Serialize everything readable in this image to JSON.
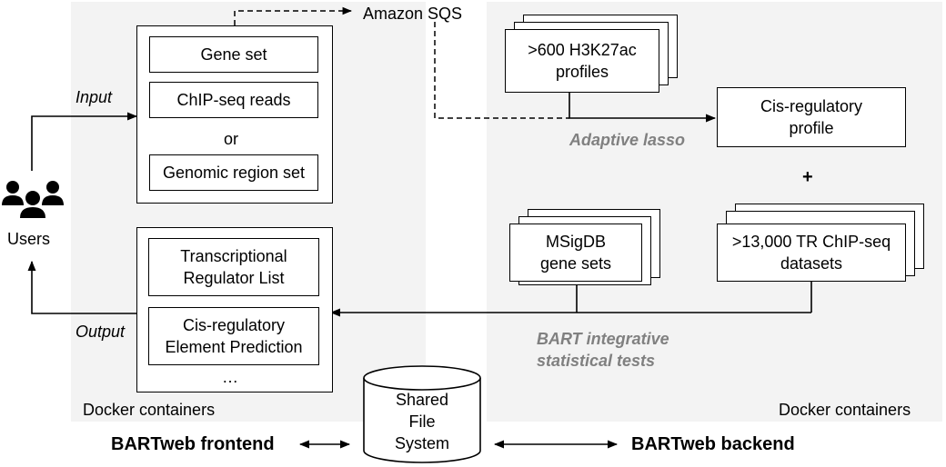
{
  "users": {
    "label": "Users"
  },
  "input": {
    "label": "Input",
    "items": [
      "Gene set",
      "ChIP-seq reads",
      "or",
      "Genomic region set"
    ]
  },
  "output": {
    "label": "Output",
    "items": [
      "Transcriptional Regulator List",
      "Cis-regulatory Element Prediction",
      "…"
    ]
  },
  "queue": {
    "label": "Amazon SQS"
  },
  "backend_nodes": {
    "h3k27ac": ">600 H3K27ac profiles",
    "cis_profile": "Cis-regulatory profile",
    "plus": "+",
    "msigdb": "MSigDB gene sets",
    "tr_chipseq": ">13,000 TR ChIP-seq datasets"
  },
  "methods": {
    "adaptive_lasso": "Adaptive lasso",
    "bart_tests_line1": "BART integrative",
    "bart_tests_line2": "statistical tests"
  },
  "containers": {
    "frontend": "Docker containers",
    "backend": "Docker containers"
  },
  "storage": {
    "line1": "Shared",
    "line2": "File",
    "line3": "System"
  },
  "footer": {
    "frontend": "BARTweb frontend",
    "backend": "BARTweb backend"
  },
  "colors": {
    "panel": "#f3f3f3",
    "method_text": "#808080",
    "stroke": "#000000"
  }
}
